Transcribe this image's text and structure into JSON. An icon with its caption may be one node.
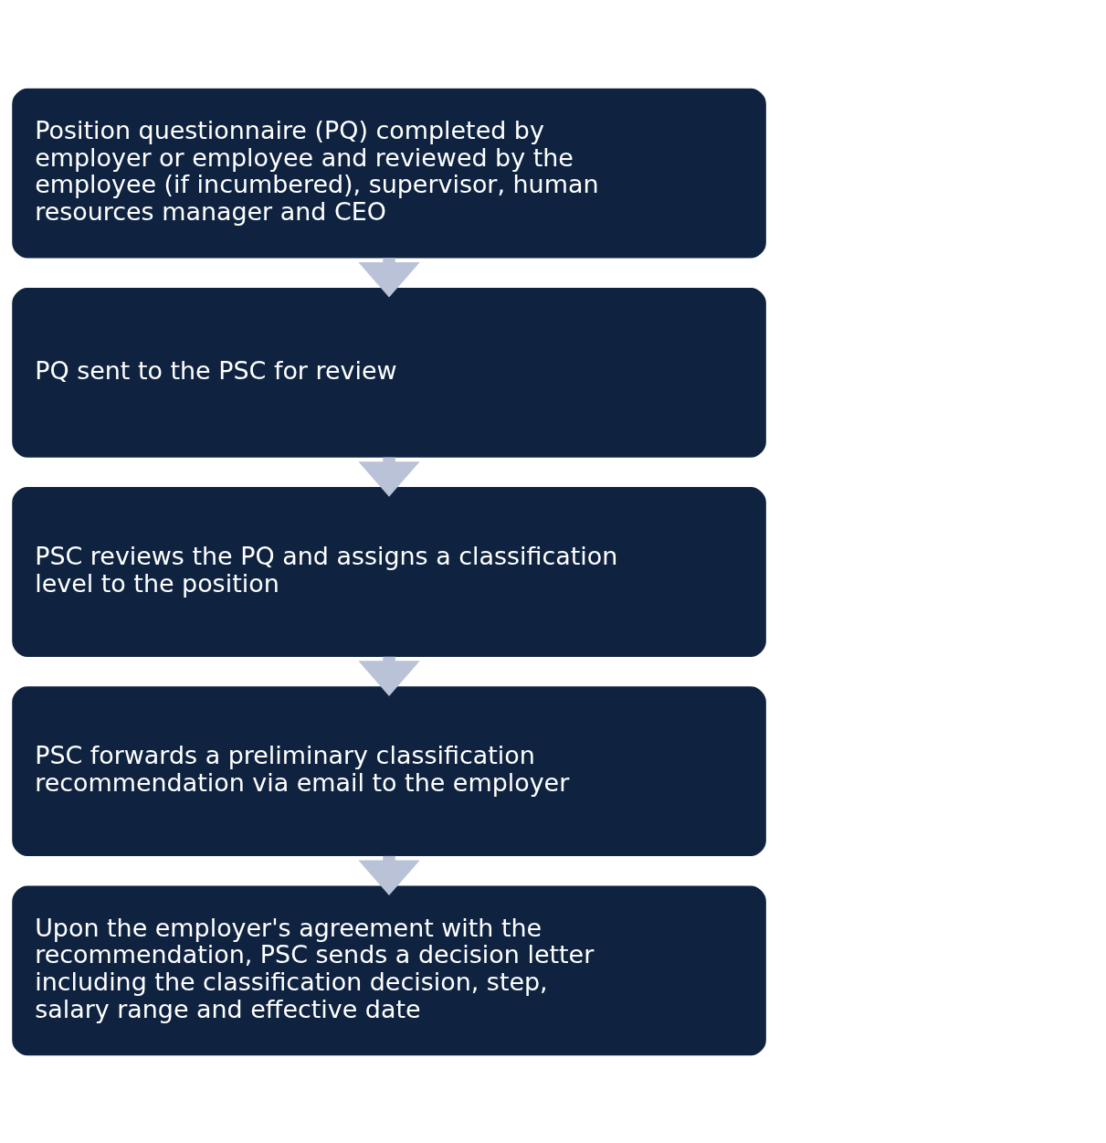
{
  "diagram": {
    "nodes": [
      {
        "text": [
          "Position questionnaire (PQ) completed by employer or employee and reviewed by the employee (if incumbered), supervisor, human resources manager and CEO"
        ]
      },
      {
        "text": [
          "PQ sent to the PSC for review"
        ]
      },
      {
        "text": [
          "PSC reviews the PQ and assigns a classification level to the position"
        ]
      },
      {
        "text": [
          "PSC forwards a preliminary classification recommendation via email to the employer"
        ]
      },
      {
        "text": [
          "Upon the employer's agreement with the recommendation, PSC sends a decision letter including the classification decision, step, salary range and effective date"
        ]
      }
    ],
    "edges": [
      {
        "from": 0,
        "to": 1,
        "arrow": "to"
      },
      {
        "from": 1,
        "to": 2,
        "arrow": "to"
      },
      {
        "from": 2,
        "to": 3,
        "arrow": "to"
      },
      {
        "from": 3,
        "to": 4,
        "arrow": "to"
      }
    ]
  }
}
